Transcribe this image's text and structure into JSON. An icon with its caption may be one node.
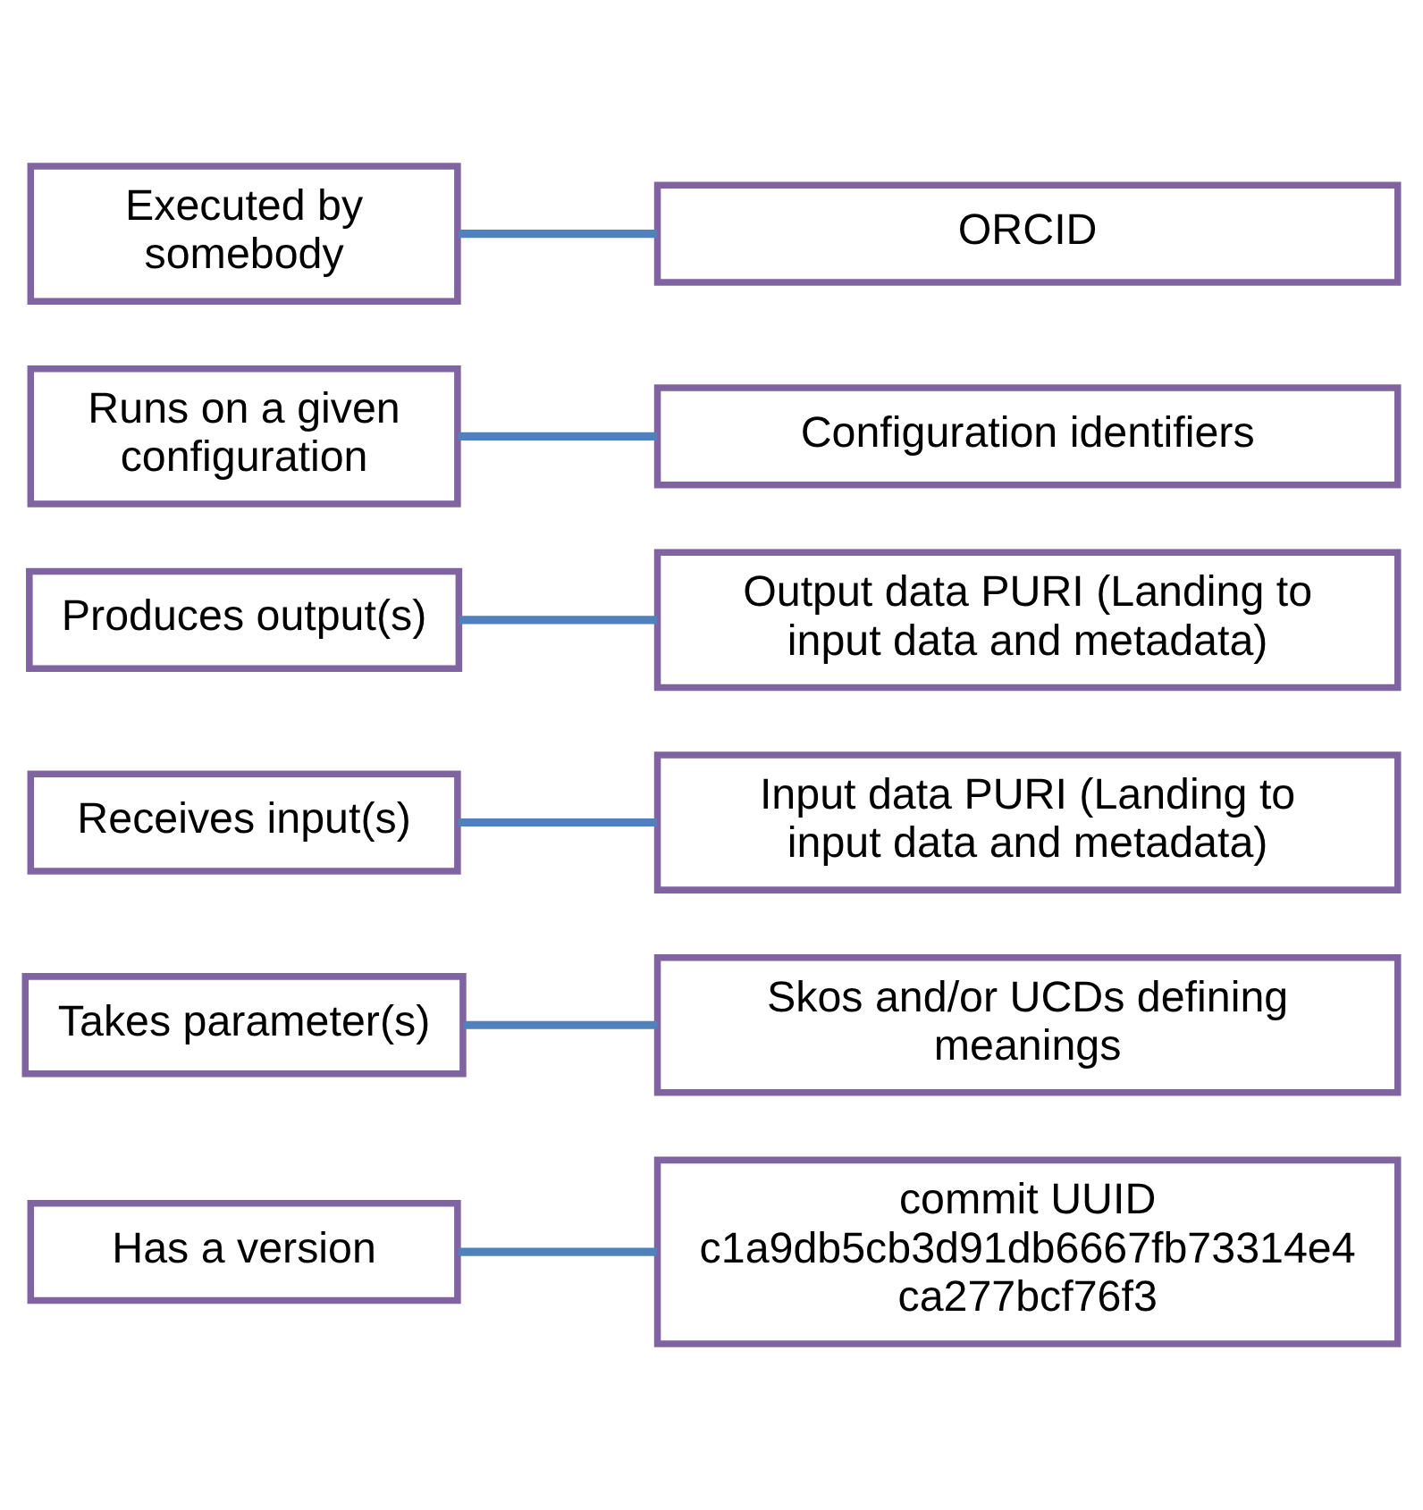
{
  "diagram": {
    "nodes": [
      {
        "text": [
          "Has a version"
        ]
      },
      {
        "text": [
          "commit UUID c1a9db5cb3d91db6667fb73314e4 ca277bcf76f3"
        ]
      },
      {
        "text": [
          "Takes parameter(s)"
        ]
      },
      {
        "text": [
          "Skos and/or UCDs defining meanings"
        ]
      },
      {
        "text": [
          "Receives input(s)"
        ]
      },
      {
        "text": [
          "Input data PURI (Landing to input data and metadata)"
        ]
      },
      {
        "text": [
          "Produces output(s)"
        ]
      },
      {
        "text": [
          "Output data PURI (Landing to input data and metadata)"
        ]
      },
      {
        "text": [
          "Runs on a given configuration"
        ]
      },
      {
        "text": [
          "Configuration identifiers"
        ]
      },
      {
        "text": [
          "Executed by somebody"
        ]
      },
      {
        "text": [
          "ORCID"
        ]
      }
    ],
    "edges": [
      {
        "from": 0,
        "to": 1,
        "arrow": "none"
      },
      {
        "from": 2,
        "to": 3,
        "arrow": "none"
      },
      {
        "from": 4,
        "to": 5,
        "arrow": "none"
      },
      {
        "from": 6,
        "to": 7,
        "arrow": "none"
      },
      {
        "from": 8,
        "to": 9,
        "arrow": "none"
      },
      {
        "from": 10,
        "to": 11,
        "arrow": "none"
      }
    ]
  }
}
